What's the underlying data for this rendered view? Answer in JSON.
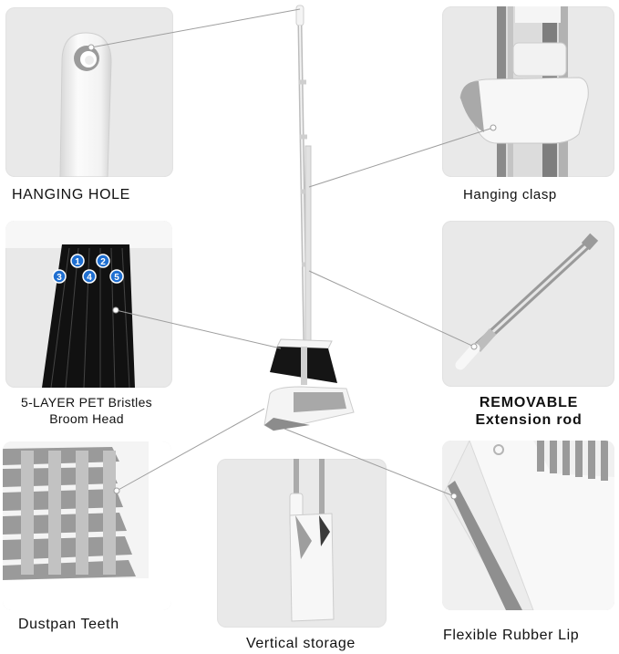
{
  "labels": {
    "hanging_hole": "HANGING HOLE",
    "hanging_clasp": "Hanging clasp",
    "bristles_line1": "5-LAYER PET Bristles",
    "bristles_line2": "Broom Head",
    "removable_line1": "REMOVABLE",
    "removable_line2": "Extension rod",
    "dustpan_teeth": "Dustpan Teeth",
    "vertical_storage": "Vertical storage",
    "rubber_lip": "Flexible Rubber Lip"
  },
  "layer_badges": [
    "1",
    "2",
    "3",
    "4",
    "5"
  ],
  "colors": {
    "panel_bg": "#e9e9e9",
    "plastic_white": "#f7f7f7",
    "plastic_gray": "#9b9b9b",
    "bristle_black": "#111111",
    "badge_blue": "#1f6fd1",
    "steel": "#b8b8b8"
  }
}
